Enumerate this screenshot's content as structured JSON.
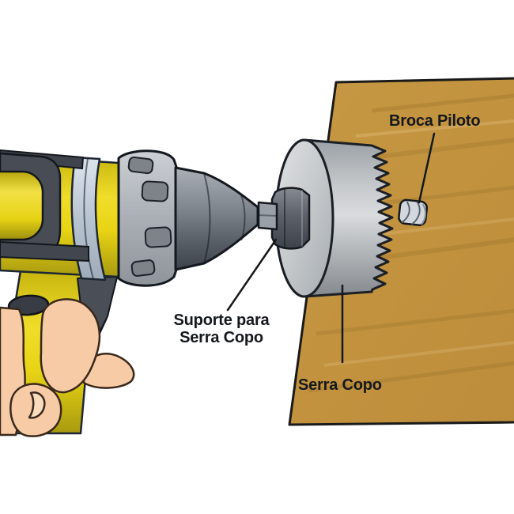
{
  "illustration": {
    "labels": {
      "broca_piloto": "Broca Piloto",
      "suporte_line1": "Suporte para",
      "suporte_line2": "Serra Copo",
      "serra_copo": "Serra Copo"
    },
    "colors": {
      "background": "#ffffff",
      "wood": "#c2923e",
      "drill_yellow": "#e8d414",
      "drill_dark_gray": "#43474f",
      "silver_band": "#b9c4d1",
      "clutch_collar": "#b0b5bb",
      "hole_saw_gray": "#c4c6c8",
      "skin": "#f6cba6",
      "outline": "#1d2633",
      "label_text": "#15181c"
    }
  }
}
